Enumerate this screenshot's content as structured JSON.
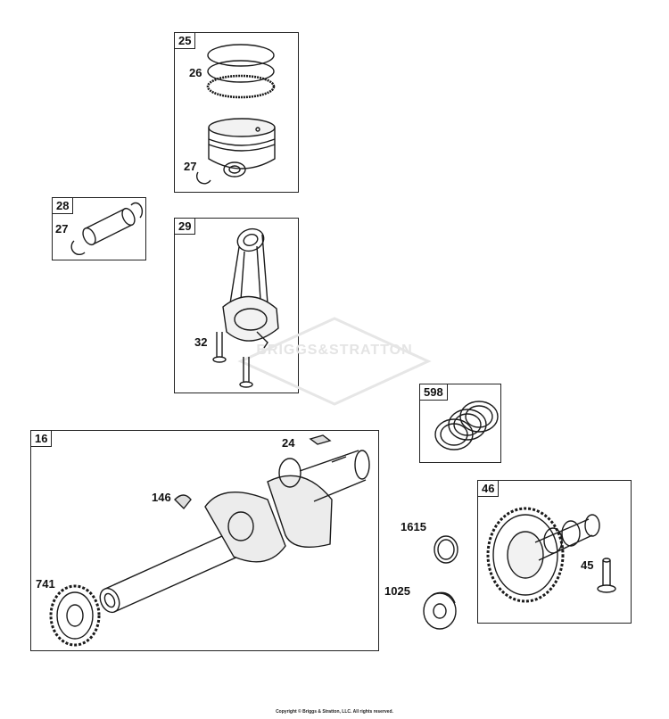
{
  "kits": [
    {
      "id": "kit-25",
      "tag": "25"
    },
    {
      "id": "kit-28",
      "tag": "28"
    },
    {
      "id": "kit-29",
      "tag": "29"
    },
    {
      "id": "kit-598",
      "tag": "598"
    },
    {
      "id": "kit-16",
      "tag": "16"
    },
    {
      "id": "kit-46",
      "tag": "46"
    }
  ],
  "parts": {
    "p26": "26",
    "p27a": "27",
    "p27b": "27",
    "p32": "32",
    "p24": "24",
    "p146": "146",
    "p741": "741",
    "p1615": "1615",
    "p1025": "1025",
    "p45": "45"
  },
  "watermark": "BRIGGS&STRATTON",
  "copyright": "Copyright © Briggs & Stratton, LLC. All rights reserved."
}
